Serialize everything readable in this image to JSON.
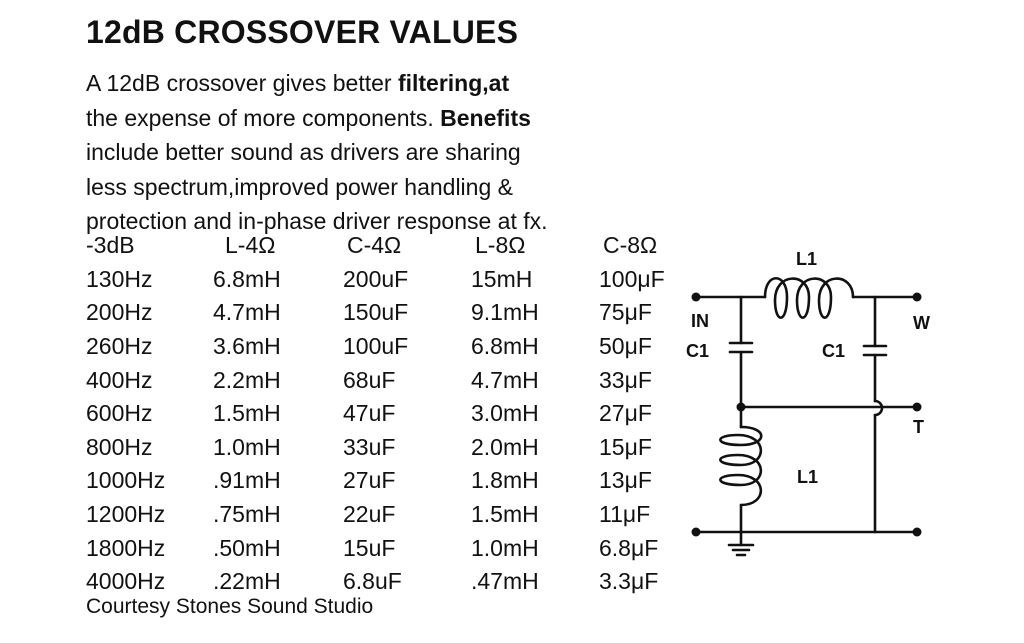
{
  "title": "12dB CROSSOVER VALUES",
  "intro": {
    "l1_a": "A 12dB crossover gives better ",
    "l1_b": "filtering,at",
    "l2_a": "the expense of more components. ",
    "l2_b": "Benefits",
    "l3": "include better sound as drivers are sharing",
    "l4": "less spectrum,improved power handling &",
    "l5": "protection and in-phase driver response at fx."
  },
  "table": {
    "headers": [
      "-3dB",
      "L-4Ω",
      "C-4Ω",
      "L-8Ω",
      "C-8Ω"
    ],
    "rows": [
      [
        "130Hz",
        "6.8mH",
        "200uF",
        "15mH",
        "100μF"
      ],
      [
        "200Hz",
        "4.7mH",
        "150uF",
        "9.1mH",
        "75μF"
      ],
      [
        "260Hz",
        "3.6mH",
        "100uF",
        "6.8mH",
        "50μF"
      ],
      [
        "400Hz",
        "2.2mH",
        "68uF",
        "4.7mH",
        "33μF"
      ],
      [
        "600Hz",
        "1.5mH",
        "47uF",
        "3.0mH",
        "27μF"
      ],
      [
        "800Hz",
        "1.0mH",
        "33uF",
        "2.0mH",
        "15μF"
      ],
      [
        "1000Hz",
        ".91mH",
        "27uF",
        "1.8mH",
        "13μF"
      ],
      [
        "1200Hz",
        ".75mH",
        "22uF",
        "1.5mH",
        "11μF"
      ],
      [
        "1800Hz",
        ".50mH",
        "15uF",
        "1.0mH",
        "6.8μF"
      ],
      [
        "4000Hz",
        ".22mH",
        "6.8uF",
        ".47mH",
        "3.3μF"
      ]
    ]
  },
  "footer": "Courtesy Stones Sound Studio",
  "diagram": {
    "label_l1_top": "L1",
    "label_l1_bottom": "L1",
    "label_in": "IN",
    "label_w": "W",
    "label_t": "T",
    "label_c1_left": "C1",
    "label_c1_right": "C1"
  }
}
